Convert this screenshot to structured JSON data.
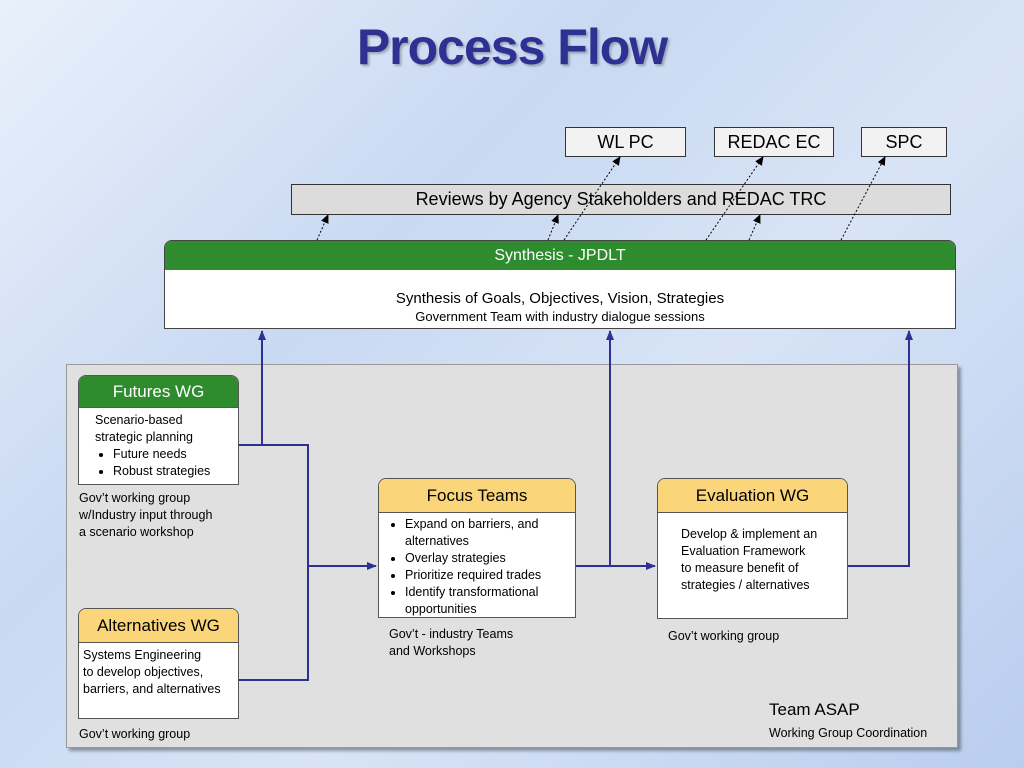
{
  "title": "Process Flow",
  "top_boxes": [
    "WL PC",
    "REDAC EC",
    "SPC"
  ],
  "reviews": "Reviews by Agency Stakeholders and REDAC TRC",
  "synthesis": {
    "header": "Synthesis - JPDLT",
    "line1": "Synthesis of Goals, Objectives, Vision, Strategies",
    "line2": "Government Team with industry dialogue sessions"
  },
  "futures": {
    "header": "Futures WG",
    "body_lines": [
      "Scenario-based",
      "strategic planning"
    ],
    "bullets": [
      "Future needs",
      "Robust strategies"
    ],
    "note_lines": [
      "Gov’t working group",
      "w/Industry input through",
      "a scenario workshop"
    ]
  },
  "alternatives": {
    "header": "Alternatives WG",
    "body_lines": [
      "Systems Engineering",
      "to develop objectives,",
      "barriers, and alternatives"
    ],
    "note": "Gov’t working group"
  },
  "focus": {
    "header": "Focus Teams",
    "bullets": [
      "Expand on barriers, and alternatives",
      "Overlay strategies",
      "Prioritize required trades",
      "Identify transformational opportunities"
    ],
    "note_lines": [
      "Gov’t - industry Teams",
      "and Workshops"
    ]
  },
  "evaluation": {
    "header": "Evaluation WG",
    "body_lines": [
      "Develop & implement an",
      "Evaluation Framework",
      "to measure benefit of",
      "strategies / alternatives"
    ],
    "note": "Gov’t working group"
  },
  "team": {
    "name": "Team ASAP",
    "subtitle": "Working Group Coordination"
  },
  "colors": {
    "title": "#2e3192",
    "green_header": "#2e8b2e",
    "yellow_header": "#fbd57a",
    "arrow": "#2e3192"
  }
}
